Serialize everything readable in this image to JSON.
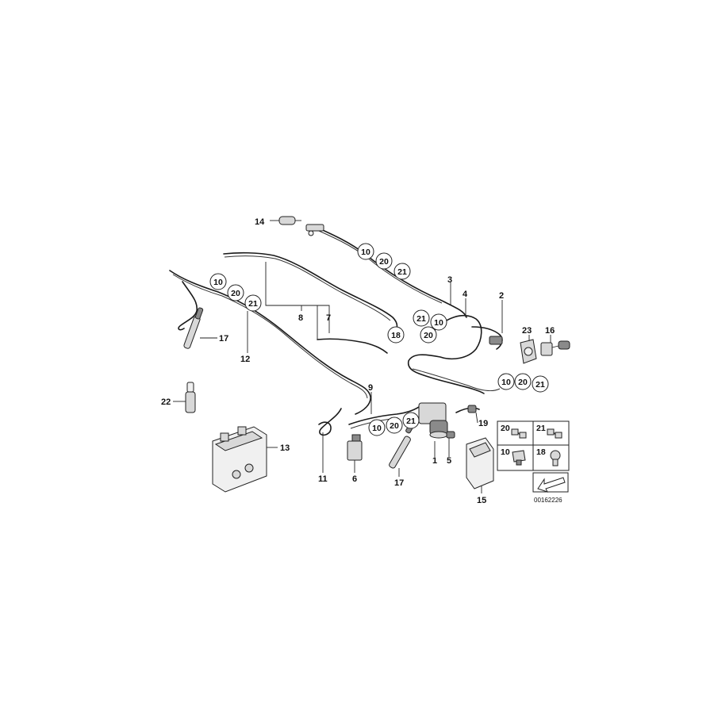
{
  "labels": {
    "l1": "1",
    "l2": "2",
    "l3": "3",
    "l4": "4",
    "l5": "5",
    "l6": "6",
    "l7": "7",
    "l8": "8",
    "l9": "9",
    "l11": "11",
    "l12": "12",
    "l13": "13",
    "l14": "14",
    "l15": "15",
    "l16": "16",
    "l17a": "17",
    "l17b": "17",
    "l19": "19",
    "l22": "22",
    "l23": "23"
  },
  "callouts": {
    "c10a": "10",
    "c20a": "20",
    "c21a": "21",
    "c10b": "10",
    "c20b": "20",
    "c21b": "21",
    "c21c": "21",
    "c10c": "10",
    "c20c": "20",
    "c18": "18",
    "c10d": "10",
    "c20d": "20",
    "c21d": "21",
    "c10e": "10",
    "c20e": "20",
    "c21e": "21"
  },
  "legend": {
    "cell20": "20",
    "cell21": "21",
    "cell10": "10",
    "cell18": "18"
  },
  "diagram_number": "00162226"
}
